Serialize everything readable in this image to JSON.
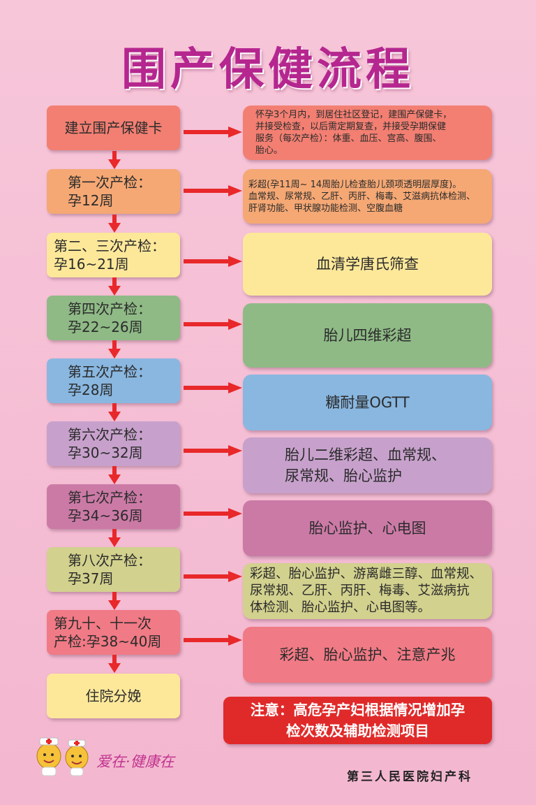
{
  "title": "围产保健流程",
  "steps": [
    {
      "line1": "建立围产保健卡",
      "line2": "",
      "detail": [
        "怀孕3个月内，到居住社区登记，建围产保健卡，",
        "并接受检查，以后需定期复查，并接受孕期保健",
        "服务（每次产检）：体重、血压、宫高、腹围、",
        "胎心。"
      ],
      "left_color": "#f27f72",
      "right_color": "#f27f72"
    },
    {
      "line1": "第一次产检：",
      "line2": "孕12周",
      "detail": [
        "彩超(孕11周~ 14周胎儿检查胎儿颈项透明层厚度)。",
        "血常规、尿常规、乙肝、丙肝、梅毒、艾滋病抗体检测、",
        "肝肾功能、甲状腺功能检测、空腹血糖"
      ],
      "left_color": "#f5a874",
      "right_color": "#f5a874"
    },
    {
      "line1": "第二、三次产检：",
      "line2": "孕16~21周",
      "detail": [
        "血清学唐氏筛查"
      ],
      "left_color": "#fde89a",
      "right_color": "#fde89a"
    },
    {
      "line1": "第四次产检：",
      "line2": "孕22~26周",
      "detail": [
        "胎儿四维彩超"
      ],
      "left_color": "#8fba86",
      "right_color": "#8fba86"
    },
    {
      "line1": "第五次产检：",
      "line2": "孕28周",
      "detail": [
        "糖耐量OGTT"
      ],
      "left_color": "#89b7e0",
      "right_color": "#89b7e0"
    },
    {
      "line1": "第六次产检：",
      "line2": "孕30~32周",
      "detail": [
        "胎儿二维彩超、血常规、",
        "尿常规、胎心监护"
      ],
      "left_color": "#c7a1cc",
      "right_color": "#c7a1cc"
    },
    {
      "line1": "第七次产检：",
      "line2": "孕34~36周",
      "detail": [
        "胎心监护、心电图"
      ],
      "left_color": "#cb7aa6",
      "right_color": "#cb7aa6"
    },
    {
      "line1": "第八次产检：",
      "line2": "孕37周",
      "detail": [
        "彩超、胎心监护、游离雌三醇、血常规、",
        "尿常规、乙肝、丙肝、梅毒、艾滋病抗",
        "体检测、胎心监护、心电图等。"
      ],
      "left_color": "#d2d18e",
      "right_color": "#d2d18e"
    },
    {
      "line1": "第九十、十一次",
      "line2": "产检:孕38~40周",
      "detail": [
        "彩超、胎心监护、注意产兆"
      ],
      "left_color": "#f07a85",
      "right_color": "#f07a85"
    }
  ],
  "final_step": "住院分娩",
  "final_color": "#fde89a",
  "note_line1": "注意：高危孕产妇根据情况增加孕",
  "note_line2": "检次数及辅助检测项目",
  "slogan": "爱在·健康在",
  "footer": "第三人民医院妇产科",
  "arrow_color": "#e8282a"
}
